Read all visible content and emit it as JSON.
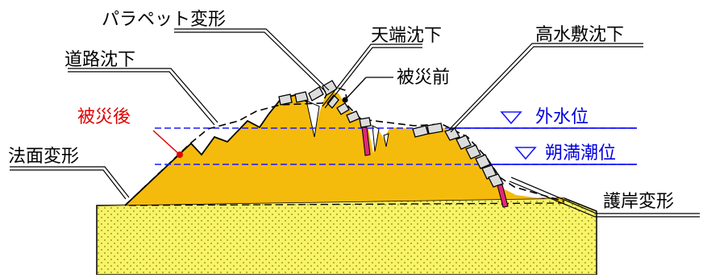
{
  "labels": {
    "parapet_deformation": "パラペット変形",
    "crest_settlement": "天端沈下",
    "high_water_bed_settlement": "高水敷沈下",
    "road_settlement": "道路沈下",
    "before_damage": "被災前",
    "after_damage": "被災後",
    "outer_water_level": "外水位",
    "spring_tide_level": "朔満潮位",
    "slope_deformation": "法面変形",
    "revetment_deformation": "護岸変形"
  },
  "colors": {
    "embankment_fill": "#f5bb0c",
    "foundation_fill": "#f8f46a",
    "water_line": "#1a1aff",
    "after_damage_marker": "#e00000",
    "sheet_pile": "#e0287a"
  },
  "water_symbol": "▽"
}
